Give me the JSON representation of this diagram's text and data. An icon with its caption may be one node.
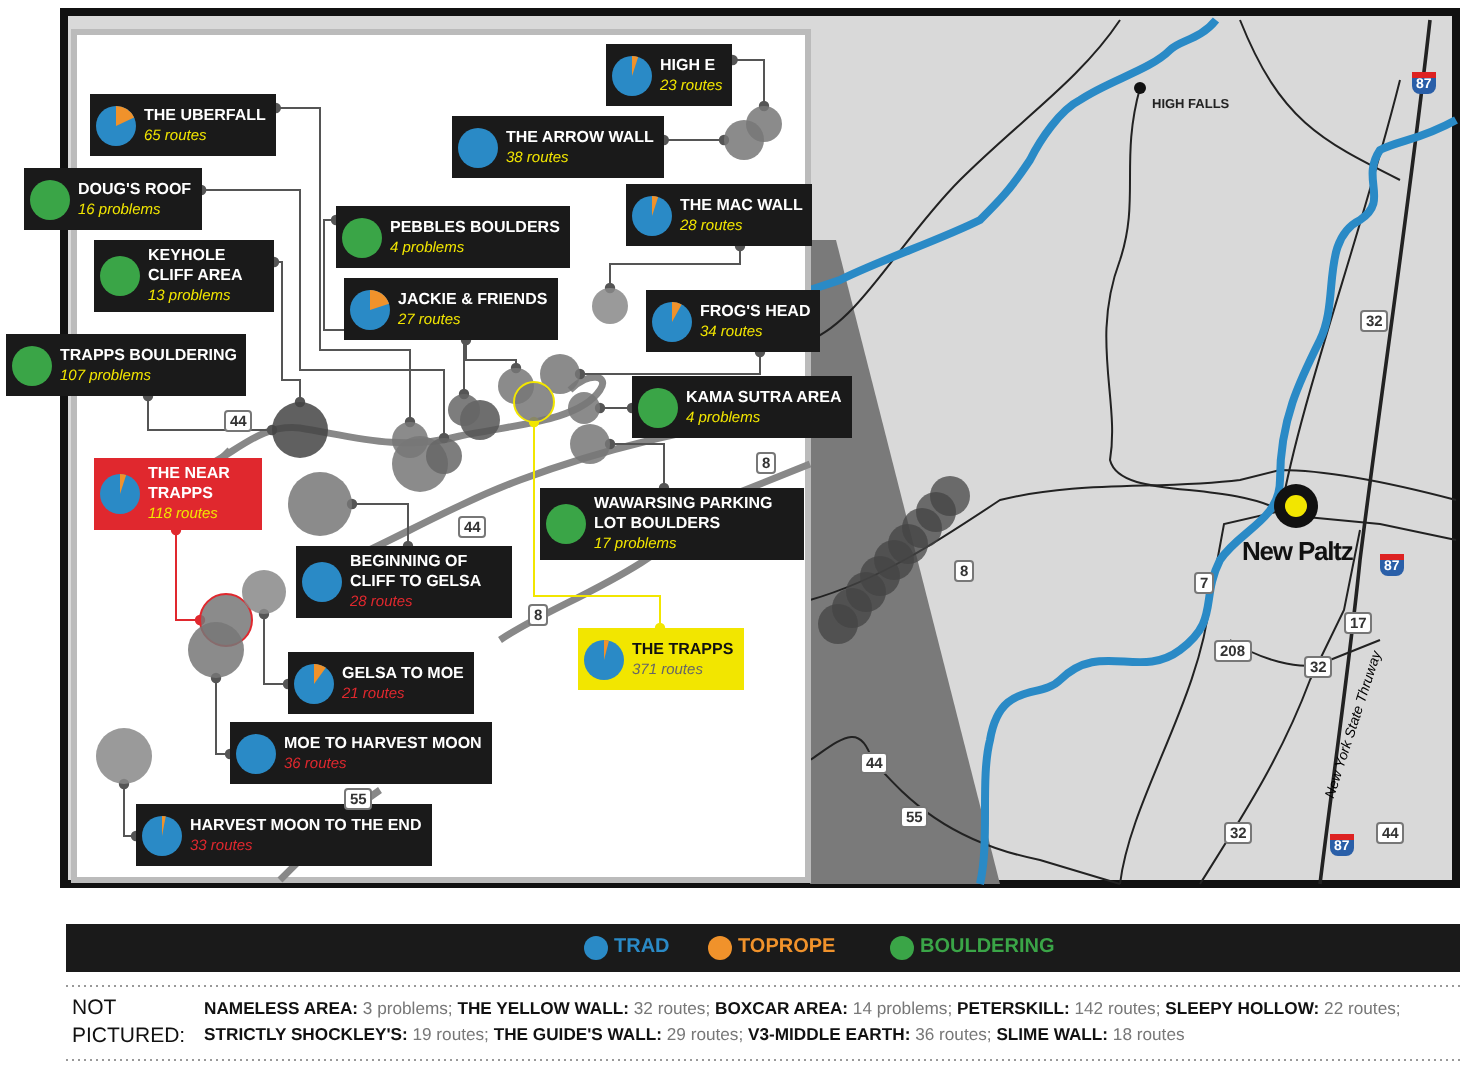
{
  "diagram": {
    "nodes": [
      {
        "text": [
          "THE UBERFALL",
          "65 routes"
        ]
      },
      {
        "text": [
          "DOUG'S ROOF",
          "16 problems"
        ]
      },
      {
        "text": [
          "KEYHOLE CLIFF AREA",
          "13 problems"
        ]
      },
      {
        "text": [
          "TRAPPS BOULDERING",
          "107 problems"
        ]
      },
      {
        "text": [
          "THE NEAR TRAPPS",
          "118 routes"
        ]
      },
      {
        "text": [
          "HIGH E",
          "23 routes"
        ]
      },
      {
        "text": [
          "THE ARROW WALL",
          "38 routes"
        ]
      },
      {
        "text": [
          "PEBBLES BOULDERS",
          "4 problems"
        ]
      },
      {
        "text": [
          "THE MAC WALL",
          "28 routes"
        ]
      },
      {
        "text": [
          "JACKIE & FRIENDS",
          "27 routes"
        ]
      },
      {
        "text": [
          "FROG'S HEAD",
          "34 routes"
        ]
      },
      {
        "text": [
          "KAMA SUTRA AREA",
          "4 problems"
        ]
      },
      {
        "text": [
          "WAWARSING PARKING LOT BOULDERS",
          "17 problems"
        ]
      },
      {
        "text": [
          "BEGINNING OF CLIFF TO GELSA",
          "28 routes"
        ]
      },
      {
        "text": [
          "THE TRAPPS",
          "371 routes"
        ]
      },
      {
        "text": [
          "GELSA TO MOE",
          "21 routes"
        ]
      },
      {
        "text": [
          "MOE TO HARVEST MOON",
          "36 routes"
        ]
      },
      {
        "text": [
          "HARVEST MOON TO THE END",
          "33 routes"
        ]
      },
      {
        "text": [],
        "shape": "circle"
      },
      {
        "text": [],
        "shape": "circle"
      },
      {
        "text": [],
        "shape": "circle"
      },
      {
        "text": [],
        "shape": "circle"
      },
      {
        "text": [],
        "shape": "circle"
      },
      {
        "text": [],
        "shape": "circle"
      },
      {
        "text": [],
        "shape": "circle"
      },
      {
        "text": [],
        "shape": "circle"
      },
      {
        "text": [],
        "shape": "circle"
      },
      {
        "text": [],
        "shape": "circle"
      },
      {
        "text": [],
        "shape": "circle"
      },
      {
        "text": [],
        "shape": "circle"
      },
      {
        "text": [],
        "shape": "circle"
      },
      {
        "text": [],
        "shape": "circle"
      },
      {
        "text": [],
        "shape": "circle"
      },
      {
        "text": [],
        "shape": "circle"
      },
      {
        "text": [],
        "shape": "circle"
      }
    ],
    "edges": [
      {
        "from": 0,
        "to": 18,
        "arrow": "other"
      },
      {
        "from": 1,
        "to": 19,
        "arrow": "other"
      },
      {
        "from": 2,
        "to": 20,
        "arrow": "other"
      },
      {
        "from": 3,
        "to": 20,
        "arrow": "other"
      },
      {
        "from": 4,
        "to": 21,
        "arrow": "other",
        "color": "#e0282e"
      },
      {
        "from": 5,
        "to": 22,
        "arrow": "other"
      },
      {
        "from": 6,
        "to": 23,
        "arrow": "other"
      },
      {
        "from": 7,
        "to": 24,
        "arrow": "other"
      },
      {
        "from": 8,
        "to": 25,
        "arrow": "other"
      },
      {
        "from": 9,
        "to": 26,
        "arrow": "other"
      },
      {
        "from": 10,
        "to": 27,
        "arrow": "other"
      },
      {
        "from": 11,
        "to": 28,
        "arrow": "other"
      },
      {
        "from": 12,
        "to": 29,
        "arrow": "other"
      },
      {
        "from": 13,
        "to": 30,
        "arrow": "other"
      },
      {
        "from": 14,
        "to": 31,
        "arrow": "other",
        "color": "#f2e600"
      },
      {
        "from": 15,
        "to": 32,
        "arrow": "other"
      },
      {
        "from": 16,
        "to": 33,
        "arrow": "other"
      },
      {
        "from": 17,
        "to": 34,
        "arrow": "other"
      }
    ],
    "labels": [
      "44",
      "8",
      "44",
      "8",
      "55",
      "HIGH FALLS",
      "87",
      "32",
      "New Paltz",
      "8",
      "7",
      "87",
      "17",
      "208",
      "32",
      "New York State Thruway",
      "44",
      "55",
      "32",
      "87",
      "44",
      "NOT PICTURED:",
      "**NAMELESS AREA:** 3 problems; **THE YELLOW WALL:** 32 routes; **BOXCAR AREA:** 14 problems; **PETERSKILL:** 142 routes; **SLEEPY HOLLOW:** 22 routes; **STRICTLY SHOCKLEY'S:** 19 routes; **THE GUIDE'S WALL:** 29 routes; **V3-MIDDLE EARTH:** 36 routes; **SLIME WALL:** 18 routes"
    ],
    "legend": [
      {
        "text": "TRAD",
        "color": "#2a8ac6"
      },
      {
        "text": "TOPROPE",
        "color": "#f0922b"
      },
      {
        "text": "BOULDERING",
        "color": "#3aa547"
      }
    ]
  }
}
